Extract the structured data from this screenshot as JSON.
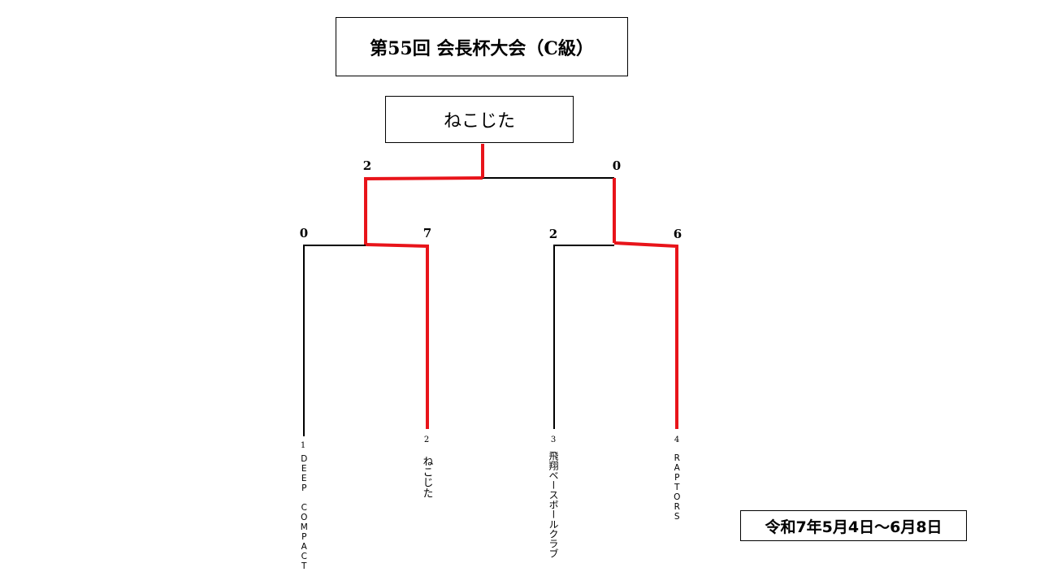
{
  "title": "第55回 会長杯大会（C級）",
  "champion": "ねこじた",
  "dates": "令和7年5月4日〜6月8日",
  "teams": [
    {
      "seed": "1",
      "name": "DEEP COMPACT"
    },
    {
      "seed": "2",
      "name": "ねこじた"
    },
    {
      "seed": "3",
      "name": "飛翔ベースボールクラブ"
    },
    {
      "seed": "4",
      "name": "RAPTORS"
    }
  ],
  "round1": [
    {
      "score_left": "0",
      "score_right": "7"
    },
    {
      "score_left": "2",
      "score_right": "6"
    }
  ],
  "final": {
    "score_left": "2",
    "score_right": "0"
  },
  "colors": {
    "winner_line": "#e8141a",
    "line": "#000000"
  }
}
